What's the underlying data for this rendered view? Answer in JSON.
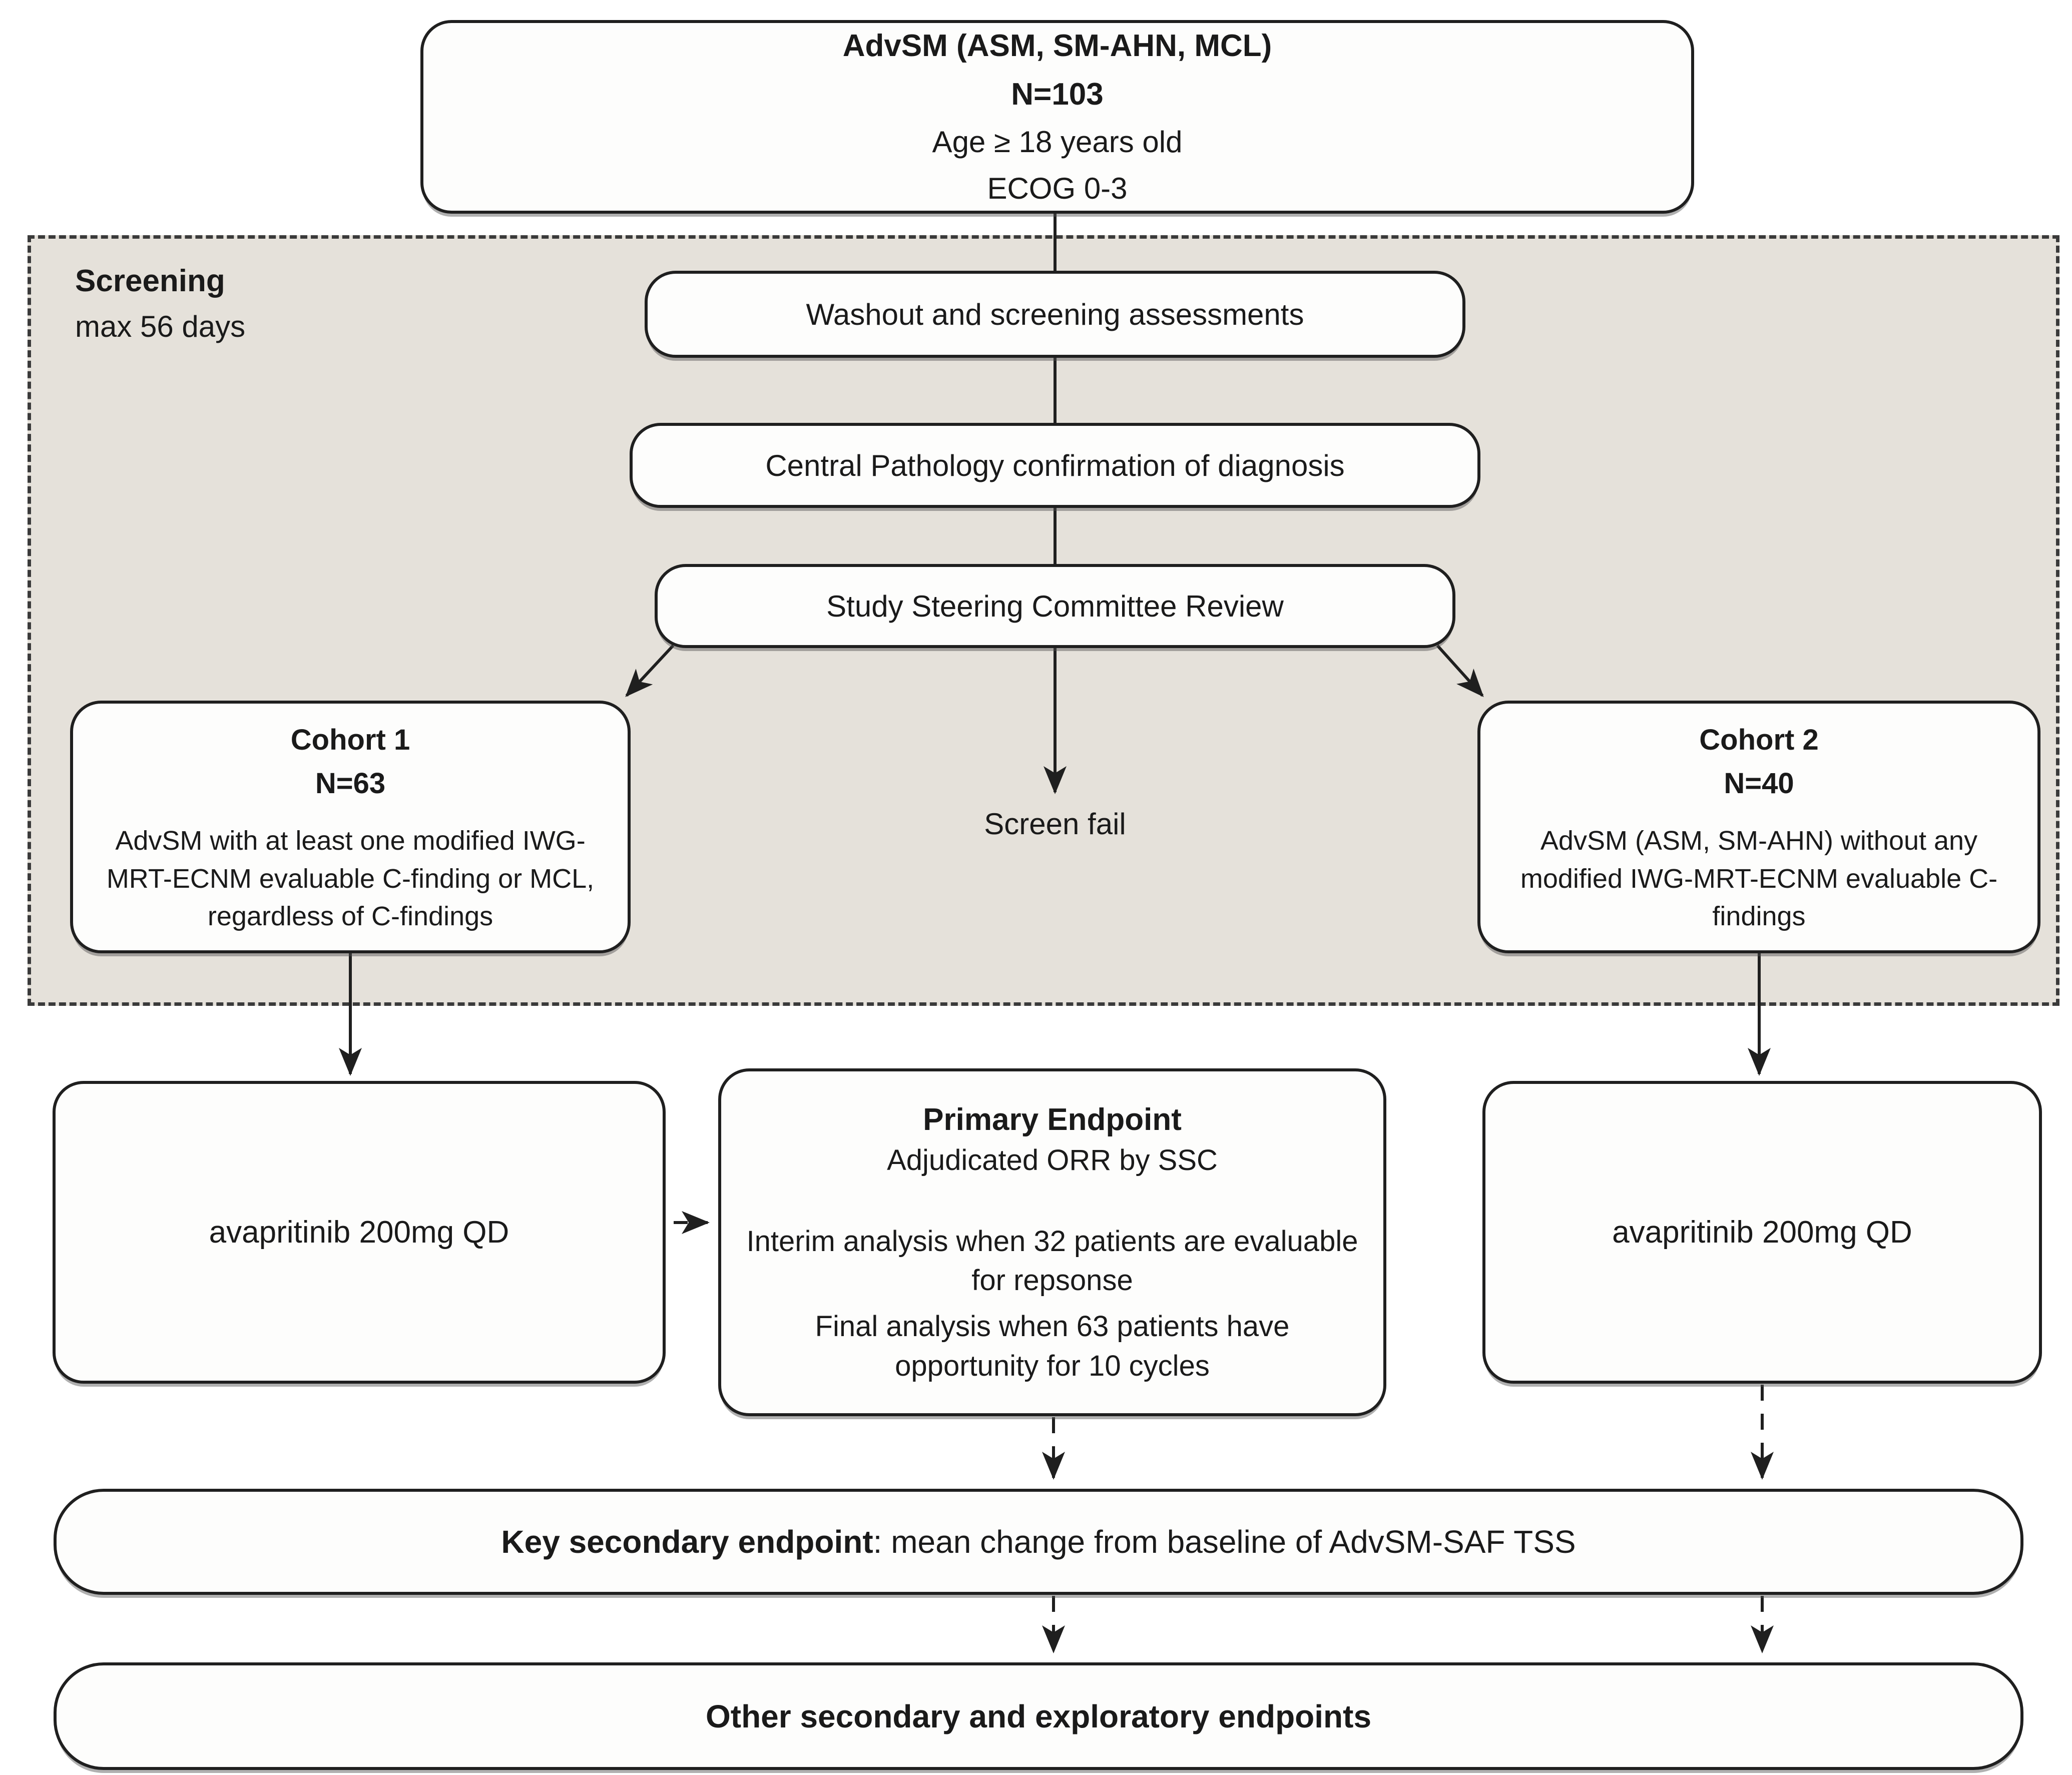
{
  "diagram": {
    "top_box": {
      "line1": "AdvSM (ASM, SM-AHN, MCL)",
      "line2": "N=103",
      "line3": "Age ≥ 18 years old",
      "line4": "ECOG 0-3"
    },
    "screening": {
      "label": "Screening",
      "duration": "max 56 days"
    },
    "washout": "Washout and screening assessments",
    "pathology": "Central Pathology confirmation of diagnosis",
    "ssc_review": "Study Steering Committee Review",
    "screen_fail": "Screen fail",
    "cohort1": {
      "title": "Cohort 1",
      "n": "N=63",
      "desc": "AdvSM with at least one modified IWG-MRT-ECNM evaluable C-finding or MCL, regardless of C-findings"
    },
    "cohort2": {
      "title": "Cohort 2",
      "n": "N=40",
      "desc": "AdvSM (ASM, SM-AHN) without any modified IWG-MRT-ECNM evaluable C-findings"
    },
    "treatment_left": "avapritinib 200mg QD",
    "treatment_right": "avapritinib 200mg QD",
    "primary_endpoint": {
      "title": "Primary Endpoint",
      "subtitle": "Adjudicated ORR by SSC",
      "interim": "Interim analysis when 32 patients are evaluable for repsonse",
      "final": "Final analysis when 63 patients have opportunity for 10 cycles"
    },
    "key_secondary": {
      "bold": "Key secondary endpoint",
      "rest": ": mean change from baseline of AdvSM-SAF TSS"
    },
    "other_endpoints": "Other secondary and exploratory endpoints"
  },
  "colors": {
    "screening-bg": "#e5e1da",
    "line": "#1f1f1f",
    "box-bg": "#fdfdfc",
    "text": "#1a1a1a"
  }
}
